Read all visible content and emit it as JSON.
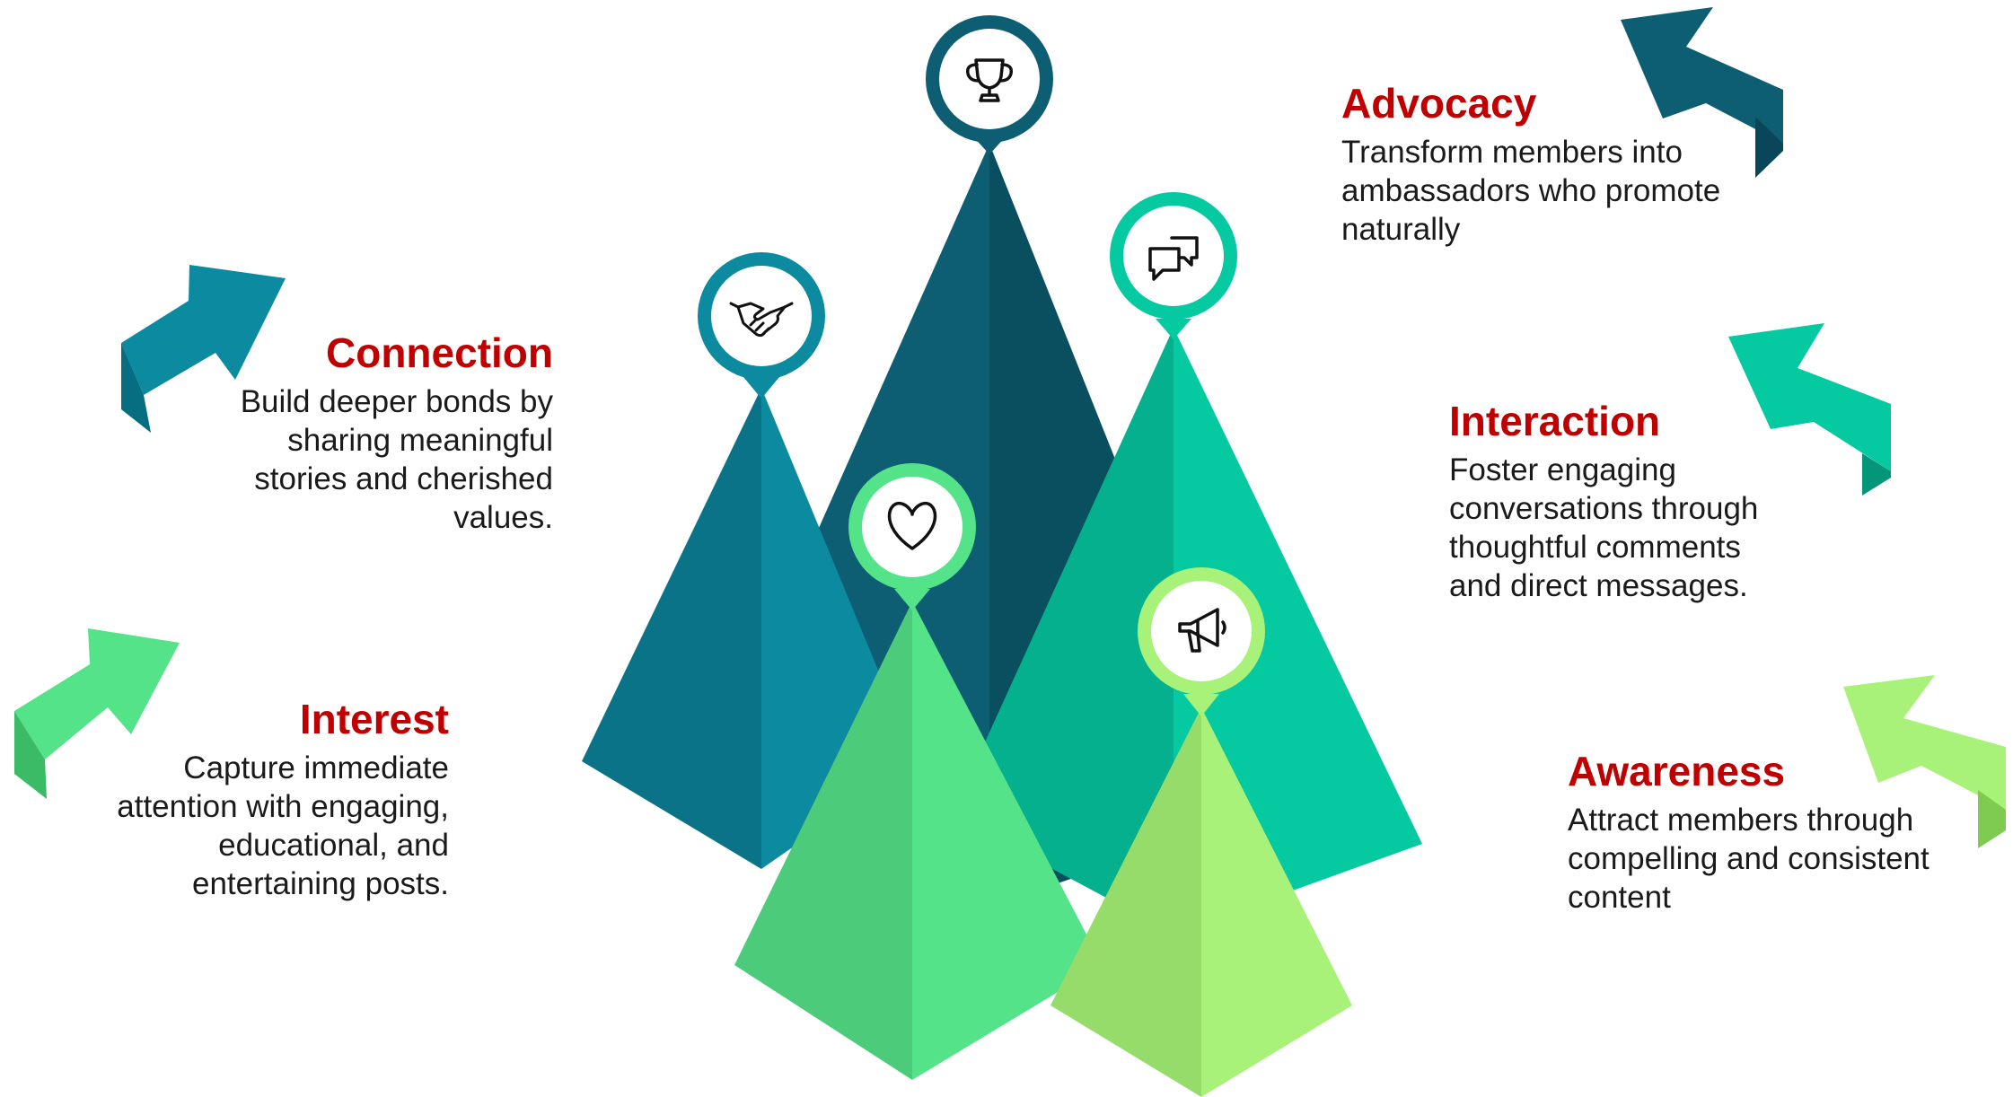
{
  "stages": [
    {
      "id": "advocacy",
      "title": "Advocacy",
      "description": "Transform members into\nambassadors who promote\nnaturally",
      "icon": "trophy-icon",
      "color": "#0d5e72",
      "color_dark": "#0a4f60"
    },
    {
      "id": "connection",
      "title": "Connection",
      "description": "Build deeper bonds by\nsharing meaningful\nstories and cherished\nvalues.",
      "icon": "handshake-icon",
      "color": "#0b8aa0",
      "color_dark": "#0a7387"
    },
    {
      "id": "interaction",
      "title": "Interaction",
      "description": "Foster engaging\nconversations through\nthoughtful comments\nand direct messages.",
      "icon": "chat-bubbles-icon",
      "color": "#05c9a0",
      "color_dark": "#04b08d"
    },
    {
      "id": "interest",
      "title": "Interest",
      "description": "Capture immediate\nattention with engaging,\neducational, and\nentertaining posts.",
      "icon": "heart-icon",
      "color": "#55e38a",
      "color_dark": "#4ccc7b"
    },
    {
      "id": "awareness",
      "title": "Awareness",
      "description": "Attract members through\ncompelling and consistent\ncontent",
      "icon": "megaphone-icon",
      "color": "#a9f27a",
      "color_dark": "#96dc6a"
    }
  ],
  "colors": {
    "title": "#c00000",
    "body_text": "#1a1a1a"
  }
}
